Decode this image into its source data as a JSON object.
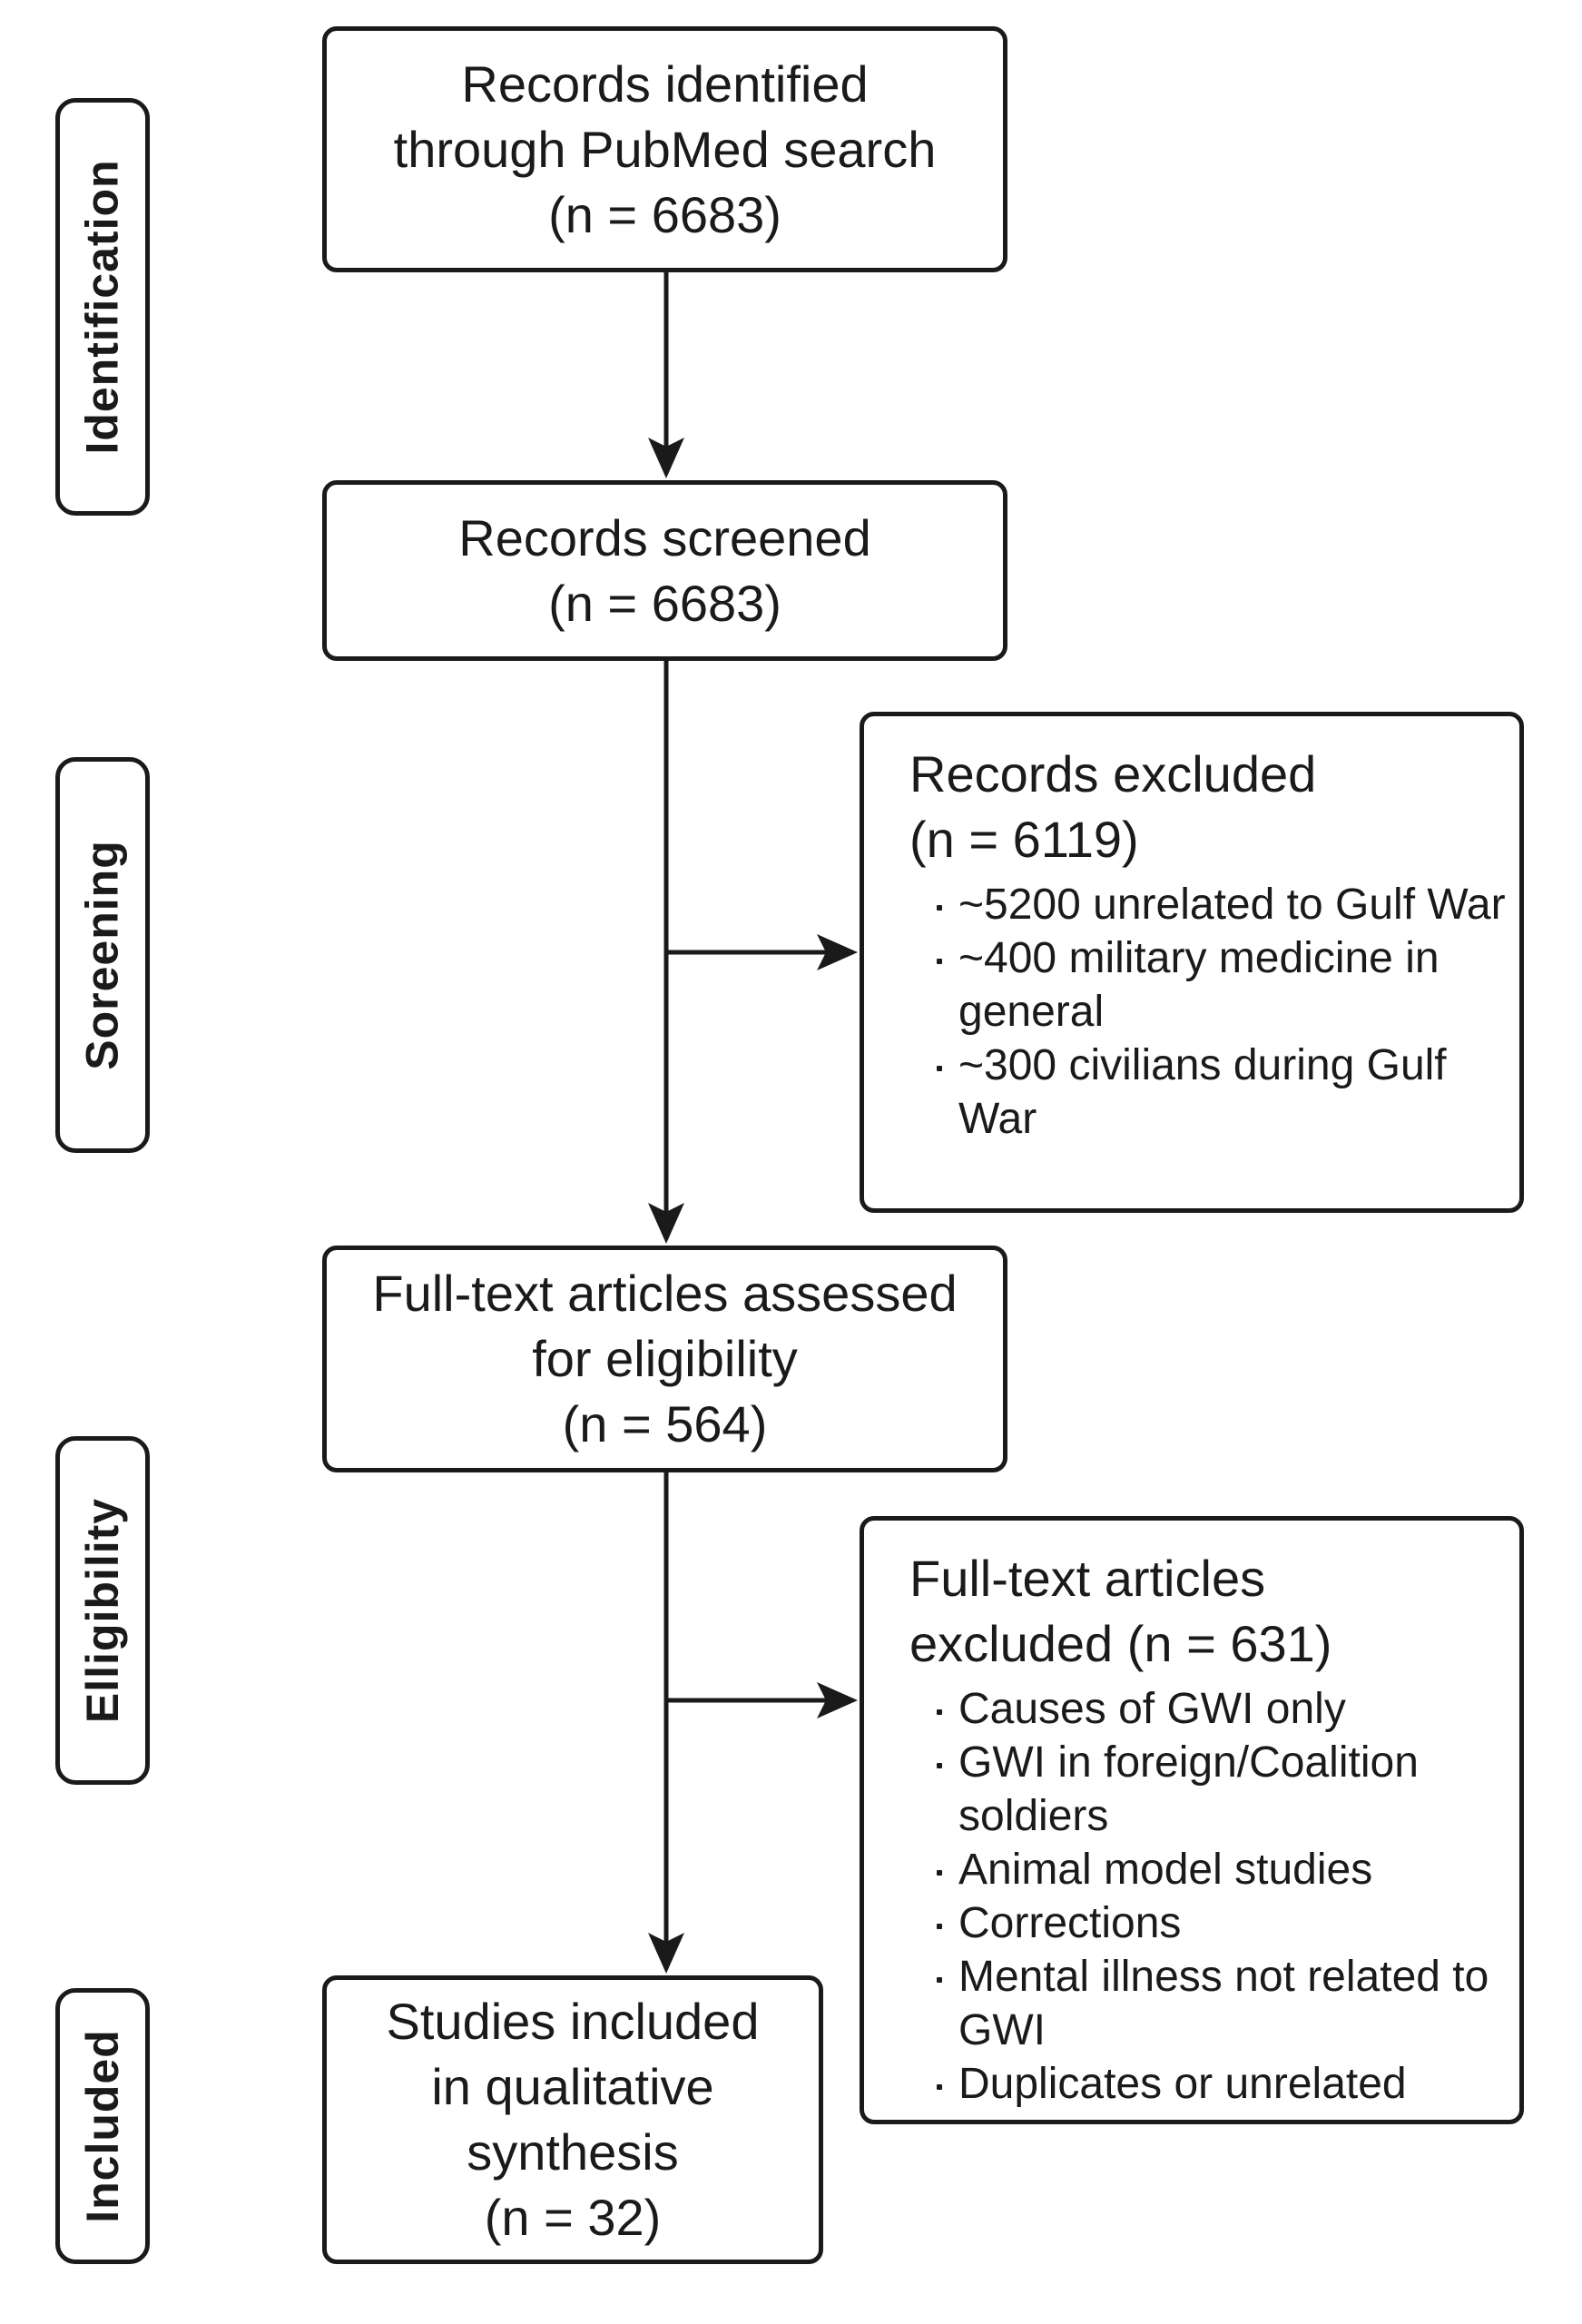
{
  "phases": [
    {
      "id": "identification",
      "label": "Identification"
    },
    {
      "id": "screening",
      "label": "Soreening"
    },
    {
      "id": "eligibility",
      "label": "Elligibility"
    },
    {
      "id": "included",
      "label": "Included"
    }
  ],
  "boxes": {
    "identified": {
      "lines": [
        "Records identified",
        "through PubMed search",
        "(n = 6683)"
      ]
    },
    "screened": {
      "lines": [
        "Records screened",
        "(n = 6683)"
      ]
    },
    "assessed": {
      "lines": [
        "Full-text articles assessed",
        "for eligibility",
        "(n = 564)"
      ]
    },
    "included": {
      "lines": [
        "Studies included",
        "in qualitative",
        "synthesis",
        "(n = 32)"
      ]
    }
  },
  "exclusions": {
    "records": {
      "heading": [
        "Records excluded",
        "(n = 6119)"
      ],
      "items": [
        "~5200 unrelated to Gulf War",
        "~400 military medicine in general",
        "~300 civilians during Gulf War"
      ]
    },
    "fulltext": {
      "heading": [
        "Full-text articles",
        "excluded (n = 631)"
      ],
      "items": [
        "Causes of GWI only",
        "GWI in foreign/Coalition soldiers",
        "Animal model studies",
        "Corrections",
        "Mental illness not related to GWI",
        "Duplicates or unrelated"
      ]
    }
  }
}
